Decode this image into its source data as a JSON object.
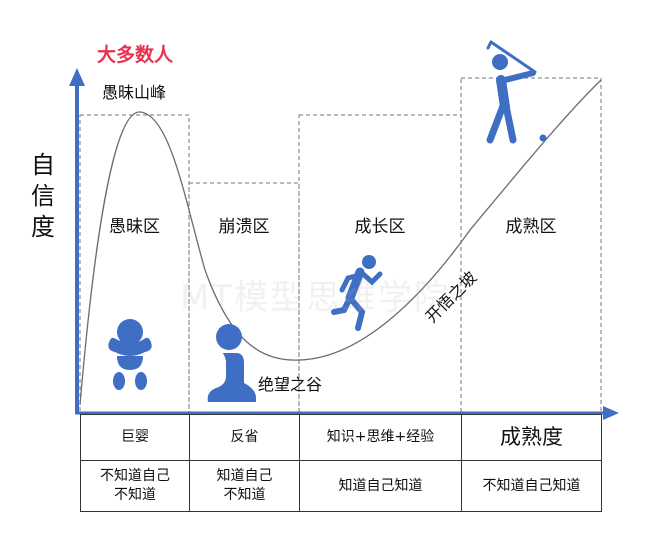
{
  "title": "大多数人",
  "peak_label": "愚昧山峰",
  "y_axis_label": "自信度",
  "x_axis_label": "成熟度",
  "zones": [
    {
      "label": "愚昧区",
      "icon": "baby-icon"
    },
    {
      "label": "崩溃区",
      "icon": "kneeling-person-icon"
    },
    {
      "label": "成长区",
      "icon": "running-person-icon"
    },
    {
      "label": "成熟区",
      "icon": "golfer-icon"
    }
  ],
  "curve_labels": {
    "valley": "绝望之谷",
    "slope": "开悟之坡"
  },
  "watermark": "MT模型思维学院",
  "table": {
    "row1": [
      "巨婴",
      "反省",
      "知识+思维+经验"
    ],
    "row2": [
      "不知道自己\n不知道",
      "知道自己\n不知道",
      "知道自己知道",
      "不知道自己知道"
    ]
  },
  "colors": {
    "axis": "#3f6fc4",
    "icon": "#3f6fc4",
    "title": "#e8334f",
    "curve": "#6b6b7a",
    "dashed": "#777777"
  }
}
